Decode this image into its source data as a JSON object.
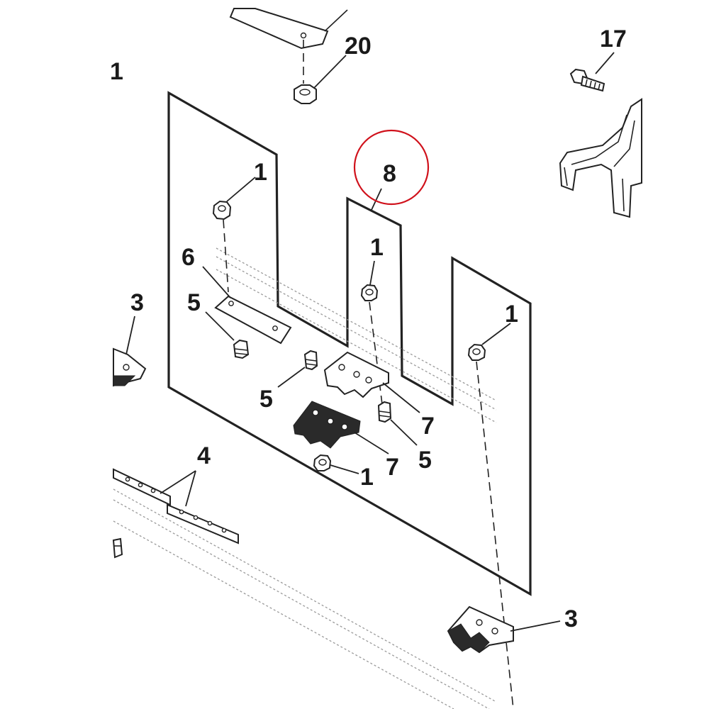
{
  "callouts": [
    {
      "id": "c-20",
      "text": "20"
    },
    {
      "id": "c-17",
      "text": "17"
    },
    {
      "id": "c-1-edge",
      "text": "1"
    },
    {
      "id": "c-1-a",
      "text": "1"
    },
    {
      "id": "c-8",
      "text": "8"
    },
    {
      "id": "c-1-b",
      "text": "1"
    },
    {
      "id": "c-1-c",
      "text": "1"
    },
    {
      "id": "c-6",
      "text": "6"
    },
    {
      "id": "c-5-a",
      "text": "5"
    },
    {
      "id": "c-3-a",
      "text": "3"
    },
    {
      "id": "c-5-b",
      "text": "5"
    },
    {
      "id": "c-7-a",
      "text": "7"
    },
    {
      "id": "c-5-c",
      "text": "5"
    },
    {
      "id": "c-7-b",
      "text": "7"
    },
    {
      "id": "c-1-d",
      "text": "1"
    },
    {
      "id": "c-4",
      "text": "4"
    },
    {
      "id": "c-3-b",
      "text": "3"
    }
  ],
  "highlight": {
    "callout": "8",
    "color": "#d0111b"
  }
}
